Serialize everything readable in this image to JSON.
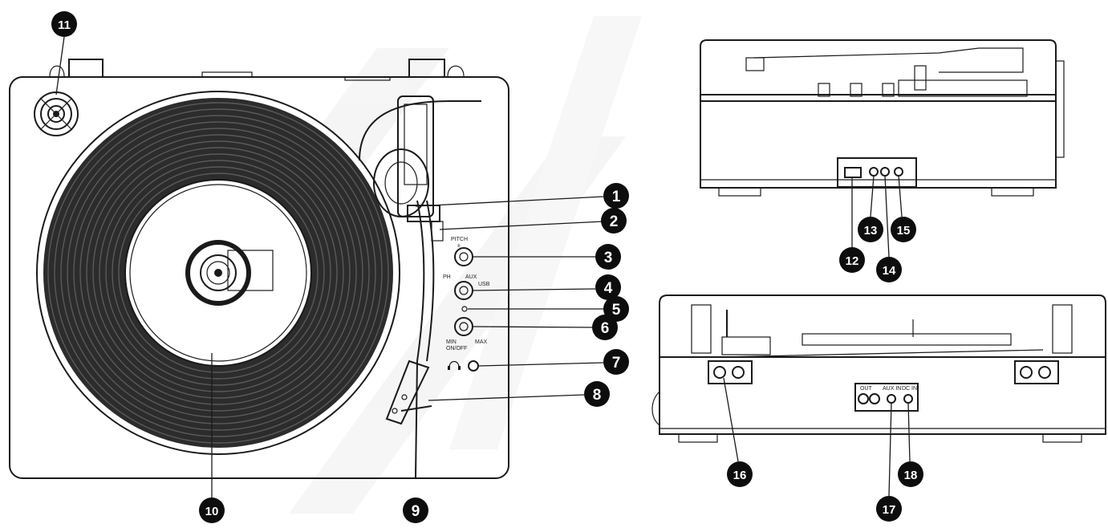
{
  "callouts": [
    "1",
    "2",
    "3",
    "4",
    "5",
    "6",
    "7",
    "8",
    "9",
    "10",
    "11",
    "12",
    "13",
    "14",
    "15",
    "16",
    "17",
    "18"
  ],
  "labels": {
    "pitch": "PITCH",
    "pitch_symbol": "±",
    "src_ph": "PH",
    "src_aux": "AUX",
    "src_usb": "USB",
    "vol_min": "MIN",
    "vol_max": "MAX",
    "vol_on_off": "ON/OFF",
    "out": "OUT",
    "aux_in": "AUX IN",
    "dc_in": "DC IN"
  },
  "colors": {
    "line": "#1a1a1a",
    "callout_fill": "#0d0d0d",
    "watermark": "#ececec"
  }
}
